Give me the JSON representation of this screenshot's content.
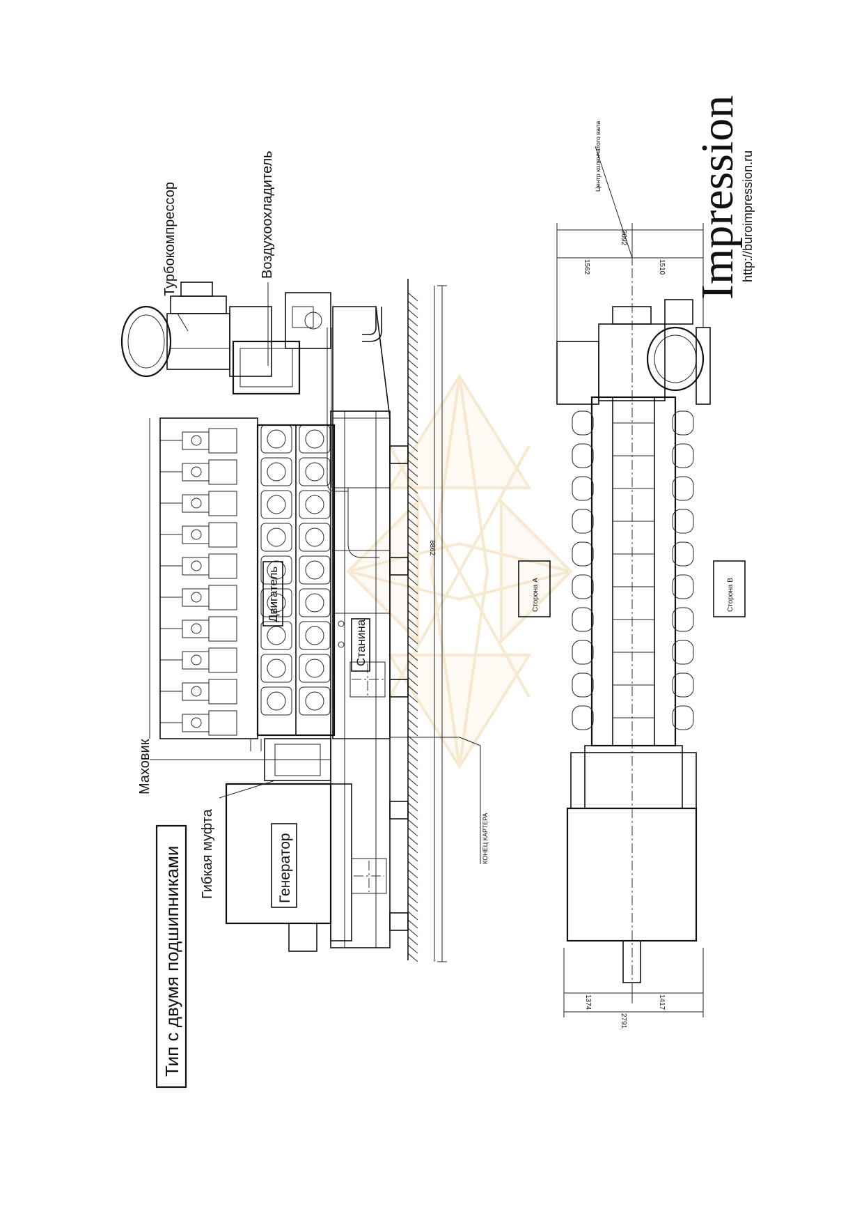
{
  "brand": {
    "name": "Impression",
    "url": "http://buroimpression.ru",
    "watermark_color": "#f0d8a8"
  },
  "title": "Тип с двумя подшипниками",
  "labels": {
    "turbocharger": "Турбокомпрессор",
    "air_cooler": "Воздухоохладитель",
    "flywheel": "Маховик",
    "coupling": "Гибкая муфта",
    "engine": "Двигатель",
    "frame": "Станина",
    "generator": "Генератор",
    "crankcase_end": "КОНЕЦ КАРТЕРА",
    "crankshaft_center": "Центр коленчатого вала",
    "side_a": "Сторона А",
    "side_b": "Сторона В"
  },
  "dimensions": {
    "length": "8862",
    "top_total": "3092",
    "top_left": "1562",
    "top_right": "1510",
    "bottom_left": "1374",
    "bottom_right": "1417",
    "bottom_total": "2791"
  },
  "colors": {
    "line": "#111111",
    "watermark": "#f0d8a8"
  }
}
